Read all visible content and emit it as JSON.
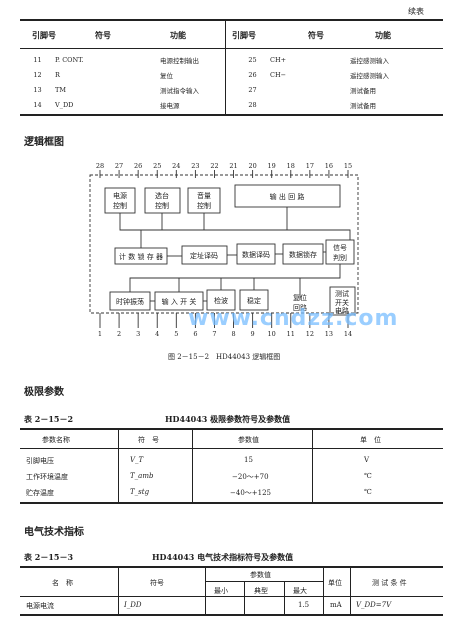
{
  "continued_label": "续表",
  "pin_table": {
    "headers": [
      "引脚号",
      "符号",
      "功能",
      "引脚号",
      "符号",
      "功能"
    ],
    "rows": [
      {
        "pin1": "11",
        "sym1": "P. CONT.",
        "func1": "电源控制输出",
        "pin2": "25",
        "sym2": "CH+",
        "func2": "遥控感测输入"
      },
      {
        "pin1": "12",
        "sym1": "R",
        "func1": "复位",
        "pin2": "26",
        "sym2": "CH−",
        "func2": "遥控感测输入"
      },
      {
        "pin1": "13",
        "sym1": "TM",
        "func1": "测试指令输入",
        "pin2": "27",
        "sym2": "",
        "func2": "测试备用"
      },
      {
        "pin1": "14",
        "sym1": "V_DD",
        "func1": "接电源",
        "pin2": "28",
        "sym2": "",
        "func2": "测试备用"
      }
    ]
  },
  "logic_title": "逻辑框图",
  "diagram": {
    "top_pins": [
      "28",
      "27",
      "26",
      "25",
      "24",
      "23",
      "22",
      "21",
      "20",
      "19",
      "18",
      "17",
      "16",
      "15"
    ],
    "bottom_pins": [
      "1",
      "2",
      "3",
      "4",
      "5",
      "6",
      "7",
      "8",
      "9",
      "10",
      "11",
      "12",
      "13",
      "14"
    ],
    "blocks": {
      "power_ctrl": [
        "电源",
        "控制"
      ],
      "ch_select": [
        "选台",
        "控制"
      ],
      "vol_ctrl": [
        "音量",
        "控制"
      ],
      "output_circuit": "输 出 回 路",
      "counter_latch": "计 数 锁 存 器",
      "addr_decode": "定址译码",
      "data_decode": "数据译码",
      "data_latch": "数据锁存",
      "sig_compare": [
        "信号",
        "判别"
      ],
      "clock_osc": "时钟振荡",
      "input_switch": "输 入 开 关",
      "detect": "检波",
      "stable": "稳定",
      "reset_circuit": [
        "复位",
        "回路"
      ],
      "test_switch": [
        "测试",
        "开关",
        "电路"
      ]
    },
    "caption": "图 2－15－2　HD44043 逻辑框图"
  },
  "watermark": "www.cndzz.com",
  "limits": {
    "section_title": "极限参数",
    "table_no": "表 2－15－2",
    "table_title": "HD44043 极限参数符号及参数值",
    "headers": [
      "参数名称",
      "符　号",
      "参数值",
      "单　位"
    ],
    "rows": [
      {
        "name": "引脚电压",
        "symbol": "V_T",
        "value": "15",
        "unit": "V"
      },
      {
        "name": "工作环境温度",
        "symbol": "T_amb",
        "value": "−20～+70",
        "unit": "℃"
      },
      {
        "name": "贮存温度",
        "symbol": "T_stg",
        "value": "−40～+125",
        "unit": "℃"
      }
    ]
  },
  "electrical": {
    "section_title": "电气技术指标",
    "table_no": "表 2－15－3",
    "table_title": "HD44043 电气技术指标符号及参数值",
    "headers": {
      "name": "名　称",
      "symbol": "符号",
      "param_group": "参数值",
      "min": "最小",
      "typ": "典型",
      "max": "最大",
      "unit": "单位",
      "cond": "测 试 条 件"
    },
    "rows": [
      {
        "name": "电源电流",
        "symbol": "I_DD",
        "min": "",
        "typ": "",
        "max": "1.5",
        "unit": "mA",
        "cond": "V_DD=7V"
      }
    ]
  }
}
